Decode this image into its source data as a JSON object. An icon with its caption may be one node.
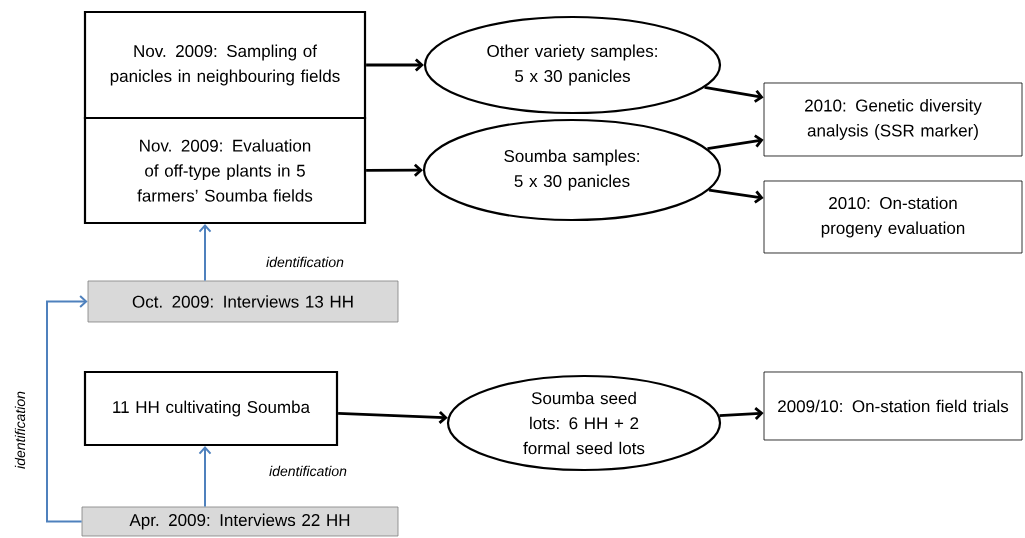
{
  "diagram": {
    "nodes": [
      {
        "text": [
          "Nov. 2009: Sampling of panicles in neighbouring fields"
        ]
      },
      {
        "text": [
          "Nov. 2009: Evaluation of off-type plants in 5 farmers’ Soumba fields"
        ]
      },
      {
        "text": [
          "Other variety samples: 5 x 30 panicles"
        ]
      },
      {
        "text": [
          "Soumba samples: 5 x 30 panicles"
        ]
      },
      {
        "text": [
          "2010: Genetic diversity analysis (SSR marker)"
        ]
      },
      {
        "text": [
          "2010: On-station progeny evaluation"
        ]
      },
      {
        "text": [
          "Oct. 2009: Interviews 13 HH"
        ]
      },
      {
        "text": [
          "11 HH cultivating Soumba"
        ]
      },
      {
        "text": [
          "Soumba seed lots: 6 HH + 2 formal seed lots"
        ]
      },
      {
        "text": [
          "2009/10: On-station field trials"
        ]
      },
      {
        "text": [
          "Apr. 2009: Interviews 22 HH"
        ]
      }
    ],
    "edges": [
      {
        "from": 0,
        "to": 2,
        "arrow": "to"
      },
      {
        "from": 1,
        "to": 3,
        "arrow": "to"
      },
      {
        "from": 2,
        "to": 4,
        "arrow": "to"
      },
      {
        "from": 3,
        "to": 4,
        "arrow": "to"
      },
      {
        "from": 3,
        "to": 5,
        "arrow": "to"
      },
      {
        "from": 6,
        "to": 1,
        "arrow": "to",
        "label": "identification",
        "color": "#4f81bd"
      },
      {
        "from": 10,
        "to": 6,
        "arrow": "to",
        "label": "identification",
        "color": "#4f81bd"
      },
      {
        "from": 10,
        "to": 7,
        "arrow": "to",
        "label": "identification",
        "color": "#4f81bd"
      },
      {
        "from": 7,
        "to": 8,
        "arrow": "to"
      },
      {
        "from": 8,
        "to": 9,
        "arrow": "to"
      }
    ]
  }
}
